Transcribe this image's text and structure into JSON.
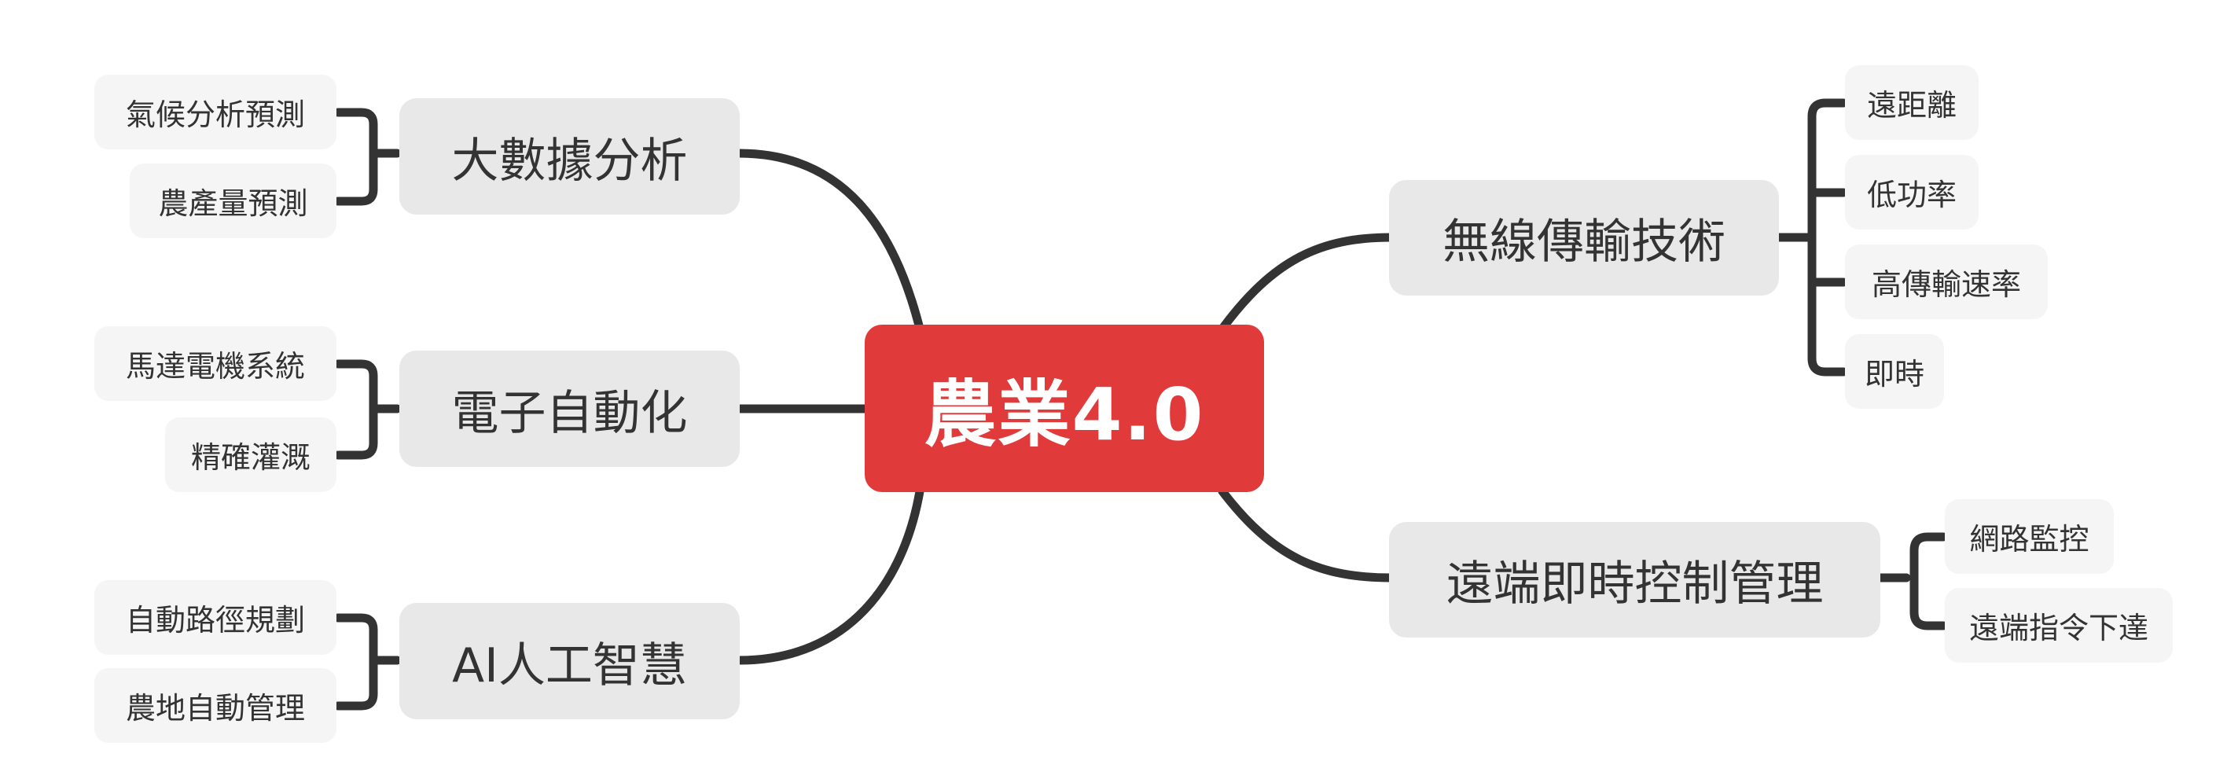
{
  "central": {
    "label": "農業4.0",
    "color": "#e03a3a"
  },
  "branches": {
    "big_data": {
      "label": "大數據分析",
      "children": [
        "氣候分析預測",
        "農產量預測"
      ]
    },
    "automation": {
      "label": "電子自動化",
      "children": [
        "馬達電機系統",
        "精確灌溉"
      ]
    },
    "ai": {
      "label": "AI人工智慧",
      "children": [
        "自動路徑規劃",
        "農地自動管理"
      ]
    },
    "wireless": {
      "label": "無線傳輸技術",
      "children": [
        "遠距離",
        "低功率",
        "高傳輸速率",
        "即時"
      ]
    },
    "remote": {
      "label": "遠端即時控制管理",
      "children": [
        "網路監控",
        "遠端指令下達"
      ]
    }
  },
  "colors": {
    "line": "#333333",
    "main_node_bg": "#e8e8e8",
    "sub_node_bg": "#f5f5f5"
  }
}
